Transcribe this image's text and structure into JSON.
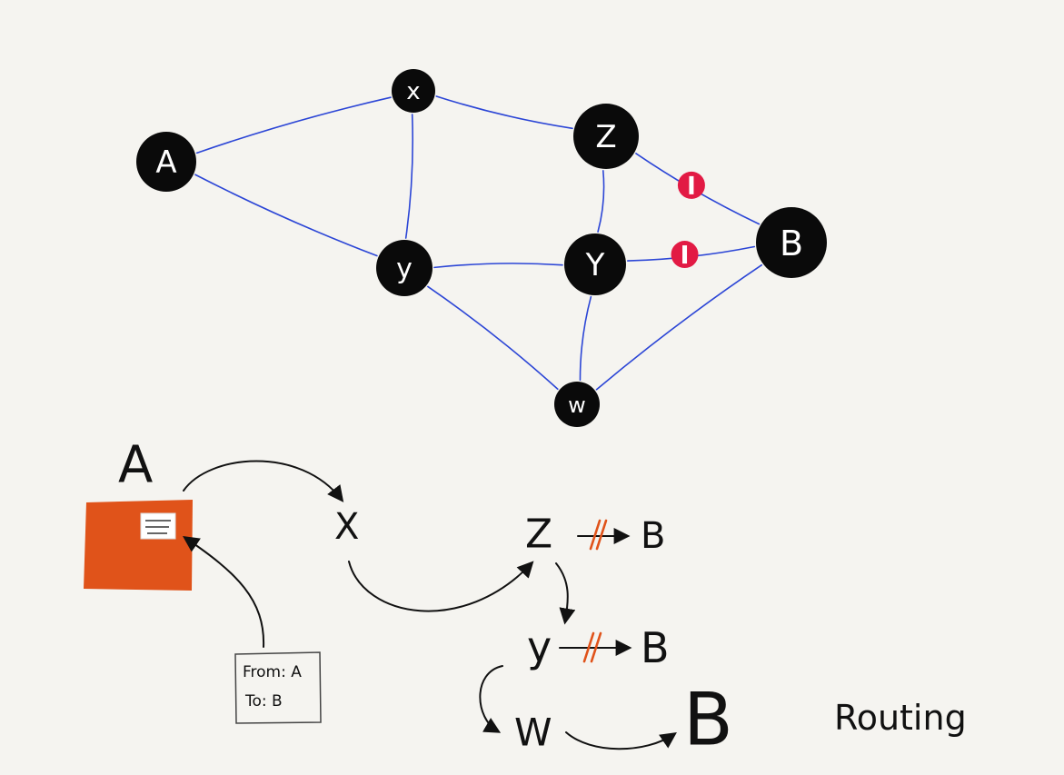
{
  "colors": {
    "background": "#f5f4f0",
    "node_fill": "#0a0a0a",
    "edge": "#2c46d6",
    "blocked": "#e21a44",
    "packet": "#e0531a",
    "ink": "#111111",
    "cut": "#e0531a"
  },
  "network": {
    "nodes": [
      {
        "id": "A",
        "label": "A"
      },
      {
        "id": "x",
        "label": "x"
      },
      {
        "id": "Z",
        "label": "Z"
      },
      {
        "id": "y",
        "label": "y"
      },
      {
        "id": "Y",
        "label": "Y"
      },
      {
        "id": "B",
        "label": "B"
      },
      {
        "id": "w",
        "label": "w"
      }
    ],
    "edges": [
      {
        "from": "A",
        "to": "x",
        "blocked": false
      },
      {
        "from": "A",
        "to": "y",
        "blocked": false
      },
      {
        "from": "x",
        "to": "y",
        "blocked": false
      },
      {
        "from": "x",
        "to": "Z",
        "blocked": false
      },
      {
        "from": "Z",
        "to": "Y",
        "blocked": false
      },
      {
        "from": "Z",
        "to": "B",
        "blocked": true
      },
      {
        "from": "y",
        "to": "Y",
        "blocked": false
      },
      {
        "from": "Y",
        "to": "B",
        "blocked": true
      },
      {
        "from": "y",
        "to": "w",
        "blocked": false
      },
      {
        "from": "Y",
        "to": "w",
        "blocked": false
      },
      {
        "from": "w",
        "to": "B",
        "blocked": false
      }
    ]
  },
  "routing": {
    "source_label": "A",
    "hop_x": "X",
    "hop_z": "Z",
    "hop_y": "y",
    "hop_w": "W",
    "dest_small": "B",
    "dest_small_2": "B",
    "dest_big": "B",
    "packet_header": {
      "from": "From: A",
      "to": "To: B"
    },
    "caption": "Routing"
  }
}
